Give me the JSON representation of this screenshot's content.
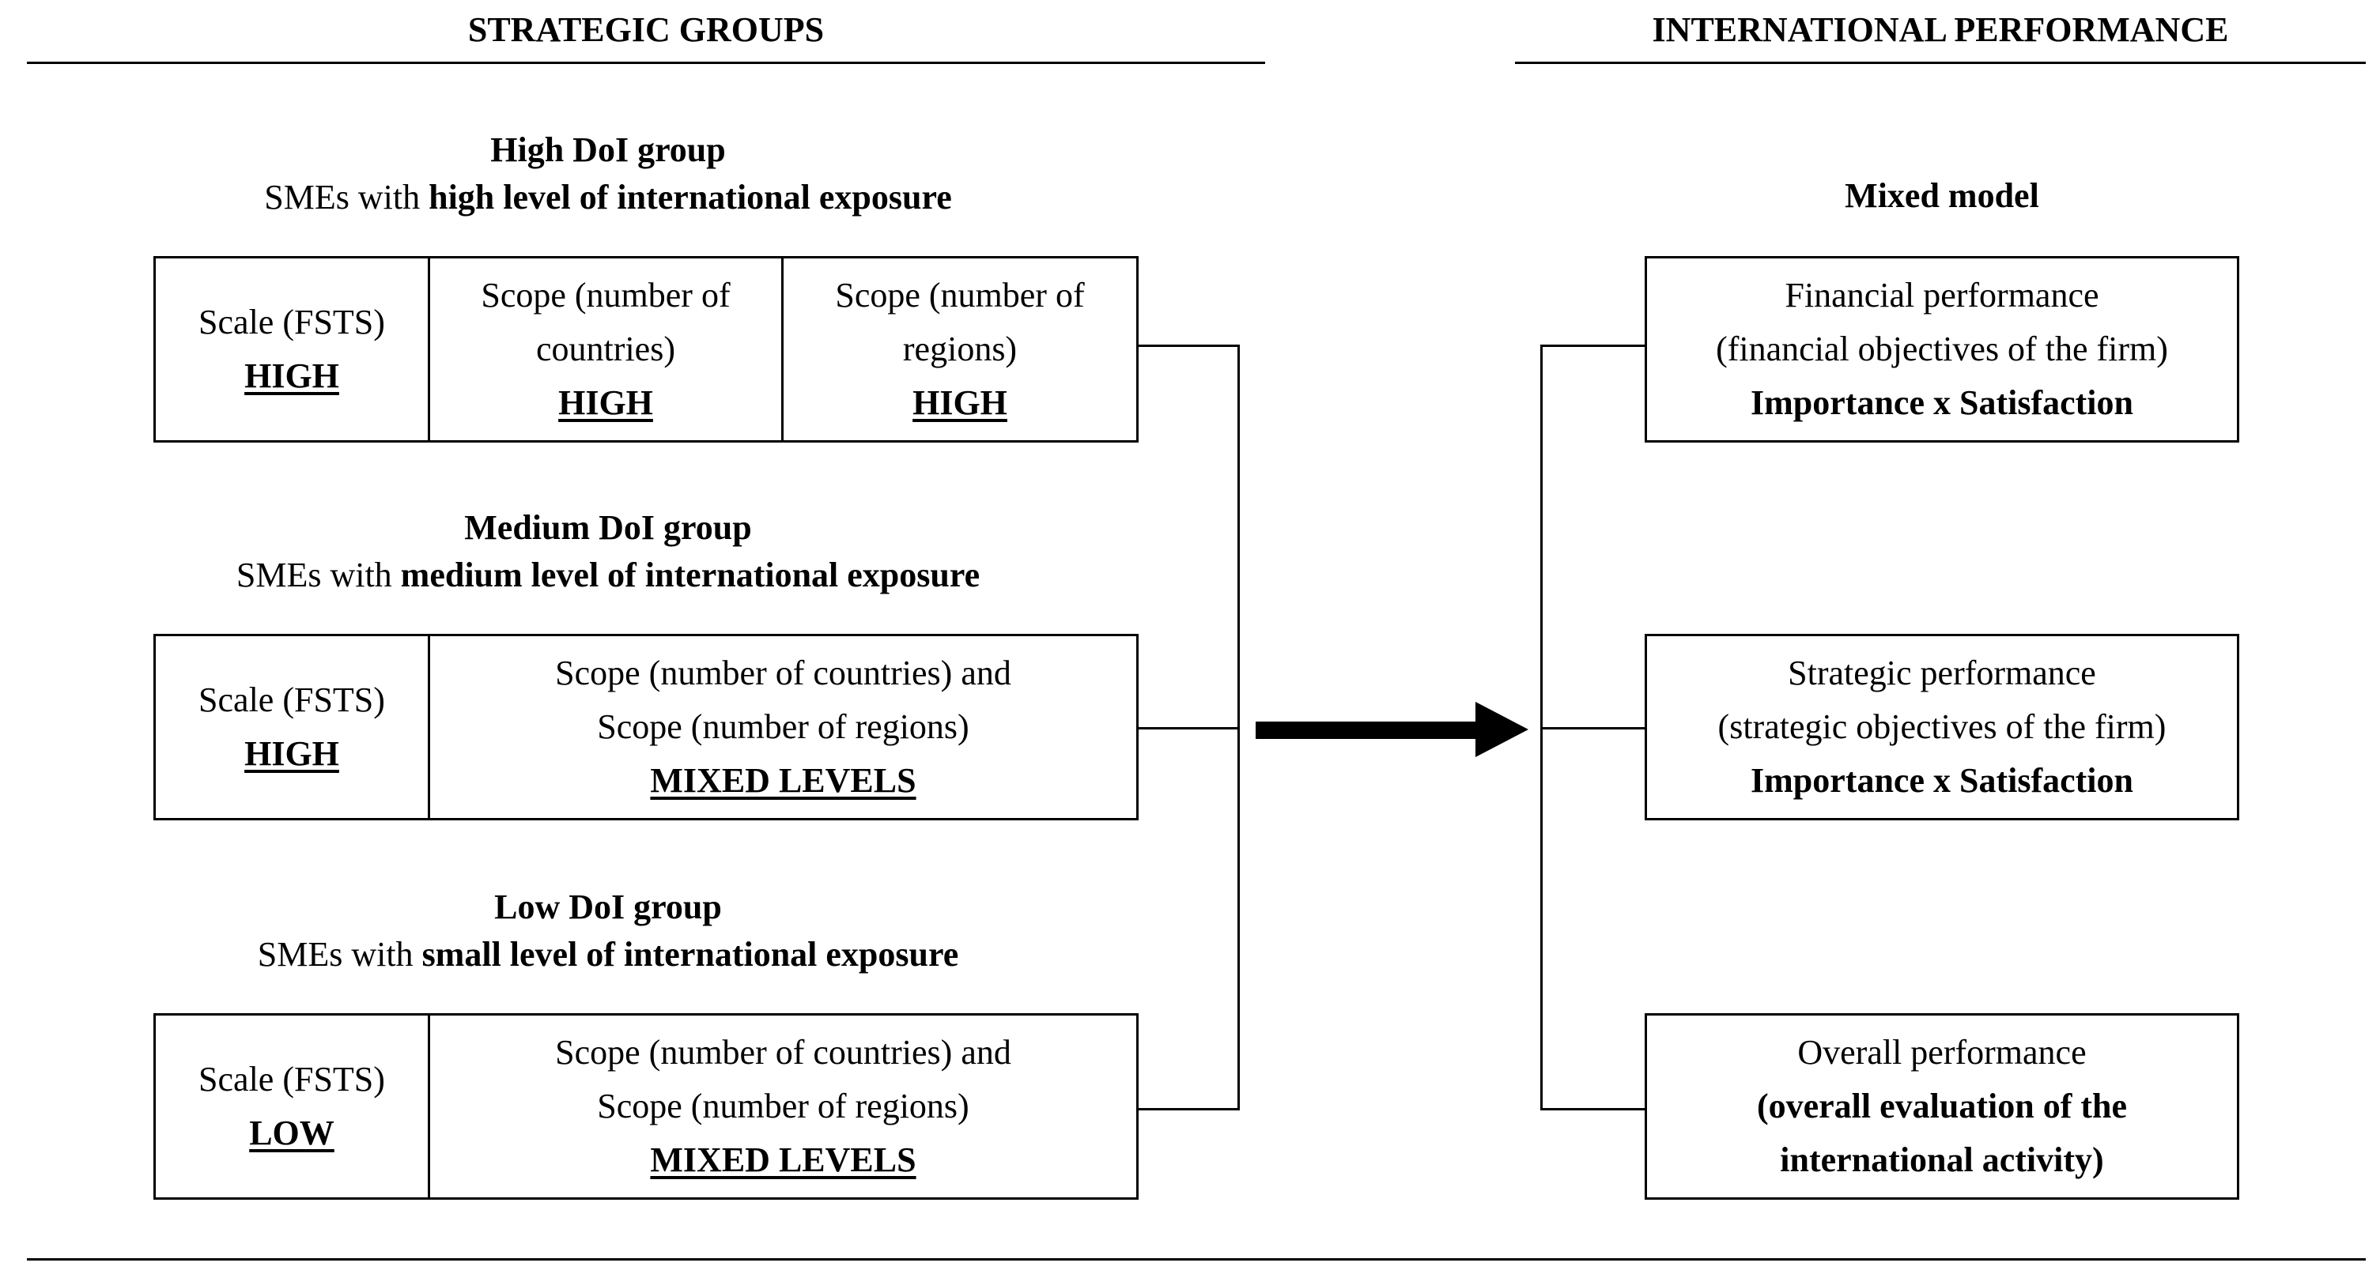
{
  "header": {
    "left_title": "STRATEGIC GROUPS",
    "right_title": "INTERNATIONAL PERFORMANCE"
  },
  "groups": [
    {
      "title": "High DoI group",
      "desc_prefix": "SMEs with ",
      "desc_bold": "high level of international exposure",
      "cells": [
        {
          "text": "Scale (FSTS)",
          "level": "HIGH"
        },
        {
          "text": "Scope (number of countries)",
          "level": "HIGH"
        },
        {
          "text": "Scope (number of regions)",
          "level": "HIGH"
        }
      ]
    },
    {
      "title": "Medium DoI group",
      "desc_prefix": "SMEs with ",
      "desc_bold": "medium level of international exposure",
      "cells": [
        {
          "text": "Scale (FSTS)",
          "level": "HIGH"
        },
        {
          "text": "Scope (number of countries) and Scope (number of regions)",
          "level": "MIXED LEVELS"
        }
      ]
    },
    {
      "title": "Low DoI group",
      "desc_prefix": "SMEs with ",
      "desc_bold": "small level of international exposure",
      "cells": [
        {
          "text": "Scale (FSTS)",
          "level": "LOW"
        },
        {
          "text": "Scope (number of countries) and Scope (number of regions)",
          "level": "MIXED LEVELS"
        }
      ]
    }
  ],
  "model": {
    "title": "Mixed model",
    "boxes": [
      {
        "line1": "Financial performance",
        "line2": "(financial objectives of the firm)",
        "bold": "Importance x Satisfaction"
      },
      {
        "line1": "Strategic performance",
        "line2": "(strategic objectives of the firm)",
        "bold": "Importance x Satisfaction"
      },
      {
        "line1": "Overall performance",
        "line2": "",
        "bold": "(overall evaluation of the international activity)"
      }
    ]
  }
}
